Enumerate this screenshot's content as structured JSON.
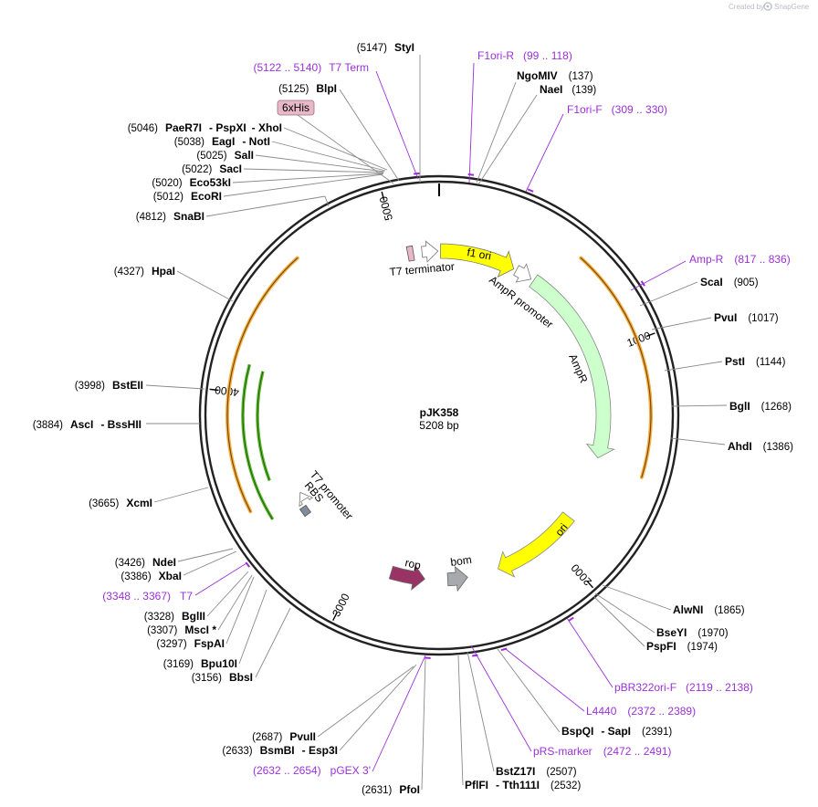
{
  "app": {
    "watermark": "Created by",
    "brand": "SnapGene"
  },
  "plasmid": {
    "name": "pJK358",
    "size_label": "5208 bp",
    "length": 5208
  },
  "ticks": [
    {
      "bp": 1000,
      "label": "1000"
    },
    {
      "bp": 2000,
      "label": "2000"
    },
    {
      "bp": 3000,
      "label": "3000"
    },
    {
      "bp": 4000,
      "label": "4000"
    },
    {
      "bp": 5000,
      "label": "5000"
    }
  ],
  "features": [
    {
      "id": "f1-ori",
      "label": "f1 ori",
      "color": "#ffff00"
    },
    {
      "id": "ampr-promoter",
      "label": "AmpR promoter",
      "color": "#ffffff"
    },
    {
      "id": "ampr",
      "label": "AmpR",
      "color": "#ccffcc"
    },
    {
      "id": "ori",
      "label": "ori",
      "color": "#ffff00"
    },
    {
      "id": "bom",
      "label": "bom",
      "color": "#a6a9ad"
    },
    {
      "id": "rop",
      "label": "rop",
      "color": "#993366"
    },
    {
      "id": "t7-promoter",
      "label": "T7 promoter",
      "color": "#ffffff"
    },
    {
      "id": "rbs",
      "label": "RBS",
      "color": "#7f8c9c"
    },
    {
      "id": "t7-terminator",
      "label": "T7 terminator",
      "color": "#ffffff"
    },
    {
      "id": "6xhis",
      "label": "6xHis",
      "color": "#e8b8c8"
    }
  ],
  "arcs": [
    {
      "id": "orf-orange-right",
      "color": "#f5b041"
    },
    {
      "id": "orf-orange-left",
      "color": "#f5b041"
    },
    {
      "id": "orf-green-1",
      "color": "#5cb82e"
    },
    {
      "id": "orf-green-2",
      "color": "#5cb82e"
    }
  ],
  "labels": [
    {
      "id": "styi",
      "type": "enzyme",
      "parts": [
        "(5147)",
        "StyI"
      ]
    },
    {
      "id": "f1ori-r",
      "type": "primer",
      "parts": [
        "F1ori-R",
        "(99 .. 118)"
      ]
    },
    {
      "id": "t7-term",
      "type": "primer",
      "parts": [
        "(5122 .. 5140)",
        "T7 Term"
      ]
    },
    {
      "id": "ngomiv",
      "type": "enzyme",
      "parts": [
        "NgoMIV",
        "(137)"
      ]
    },
    {
      "id": "blpi",
      "type": "enzyme",
      "parts": [
        "(5125)",
        "BlpI"
      ]
    },
    {
      "id": "naei",
      "type": "enzyme",
      "parts": [
        "NaeI",
        "(139)"
      ]
    },
    {
      "id": "f1ori-f",
      "type": "primer",
      "parts": [
        "F1ori-F",
        "(309 .. 330)"
      ]
    },
    {
      "id": "paer7i",
      "type": "enzyme",
      "parts": [
        "(5046)",
        "PaeR7I",
        "- PspXI",
        "- XhoI"
      ]
    },
    {
      "id": "eagi",
      "type": "enzyme",
      "parts": [
        "(5038)",
        "EagI",
        "- NotI"
      ]
    },
    {
      "id": "sali",
      "type": "enzyme",
      "parts": [
        "(5025)",
        "SalI"
      ]
    },
    {
      "id": "saci",
      "type": "enzyme",
      "parts": [
        "(5022)",
        "SacI"
      ]
    },
    {
      "id": "eco53ki",
      "type": "enzyme",
      "parts": [
        "(5020)",
        "Eco53kI"
      ]
    },
    {
      "id": "ecori",
      "type": "enzyme",
      "parts": [
        "(5012)",
        "EcoRI"
      ]
    },
    {
      "id": "snabi",
      "type": "enzyme",
      "parts": [
        "(4812)",
        "SnaBI"
      ]
    },
    {
      "id": "hpai",
      "type": "enzyme",
      "parts": [
        "(4327)",
        "HpaI"
      ]
    },
    {
      "id": "amp-r",
      "type": "primer",
      "parts": [
        "Amp-R",
        "(817 .. 836)"
      ]
    },
    {
      "id": "scai",
      "type": "enzyme",
      "parts": [
        "ScaI",
        "(905)"
      ]
    },
    {
      "id": "pvui",
      "type": "enzyme",
      "parts": [
        "PvuI",
        "(1017)"
      ]
    },
    {
      "id": "psti",
      "type": "enzyme",
      "parts": [
        "PstI",
        "(1144)"
      ]
    },
    {
      "id": "bgli",
      "type": "enzyme",
      "parts": [
        "BglI",
        "(1268)"
      ]
    },
    {
      "id": "ahdi",
      "type": "enzyme",
      "parts": [
        "AhdI",
        "(1386)"
      ]
    },
    {
      "id": "bsteii",
      "type": "enzyme",
      "parts": [
        "(3998)",
        "BstEII"
      ]
    },
    {
      "id": "asci",
      "type": "enzyme",
      "parts": [
        "(3884)",
        "AscI",
        "- BssHII"
      ]
    },
    {
      "id": "xcmi",
      "type": "enzyme",
      "parts": [
        "(3665)",
        "XcmI"
      ]
    },
    {
      "id": "ndei",
      "type": "enzyme",
      "parts": [
        "(3426)",
        "NdeI"
      ]
    },
    {
      "id": "xbai",
      "type": "enzyme",
      "parts": [
        "(3386)",
        "XbaI"
      ]
    },
    {
      "id": "t7",
      "type": "primer",
      "parts": [
        "(3348 .. 3367)",
        "T7"
      ]
    },
    {
      "id": "bglii",
      "type": "enzyme",
      "parts": [
        "(3328)",
        "BglII"
      ]
    },
    {
      "id": "msci",
      "type": "enzyme",
      "parts": [
        "(3307)",
        "MscI *"
      ]
    },
    {
      "id": "fspai",
      "type": "enzyme",
      "parts": [
        "(3297)",
        "FspAI"
      ]
    },
    {
      "id": "bpu10i",
      "type": "enzyme",
      "parts": [
        "(3169)",
        "Bpu10I"
      ]
    },
    {
      "id": "bbsi",
      "type": "enzyme",
      "parts": [
        "(3156)",
        "BbsI"
      ]
    },
    {
      "id": "alwni",
      "type": "enzyme",
      "parts": [
        "AlwNI",
        "(1865)"
      ]
    },
    {
      "id": "bseyi",
      "type": "enzyme",
      "parts": [
        "BseYI",
        "(1970)"
      ]
    },
    {
      "id": "pspfi",
      "type": "enzyme",
      "parts": [
        "PspFI",
        "(1974)"
      ]
    },
    {
      "id": "pbr322ori-f",
      "type": "primer",
      "parts": [
        "pBR322ori-F",
        "(2119 .. 2138)"
      ]
    },
    {
      "id": "l4440",
      "type": "primer",
      "parts": [
        "L4440",
        "(2372 .. 2389)"
      ]
    },
    {
      "id": "bspqi",
      "type": "enzyme",
      "parts": [
        "BspQI",
        "- SapI",
        "(2391)"
      ]
    },
    {
      "id": "prs-marker",
      "type": "primer",
      "parts": [
        "pRS-marker",
        "(2472 .. 2491)"
      ]
    },
    {
      "id": "pvuii",
      "type": "enzyme",
      "parts": [
        "(2687)",
        "PvuII"
      ]
    },
    {
      "id": "bsmbi",
      "type": "enzyme",
      "parts": [
        "(2633)",
        "BsmBI",
        "- Esp3I"
      ]
    },
    {
      "id": "bstz17i",
      "type": "enzyme",
      "parts": [
        "BstZ17I",
        "(2507)"
      ]
    },
    {
      "id": "pgex3",
      "type": "primer",
      "parts": [
        "(2632 .. 2654)",
        "pGEX 3'"
      ]
    },
    {
      "id": "pflfi",
      "type": "enzyme",
      "parts": [
        "PflFI",
        "- Tth111I",
        "(2532)"
      ]
    },
    {
      "id": "pfoi",
      "type": "enzyme",
      "parts": [
        "(2631)",
        "PfoI"
      ]
    }
  ]
}
